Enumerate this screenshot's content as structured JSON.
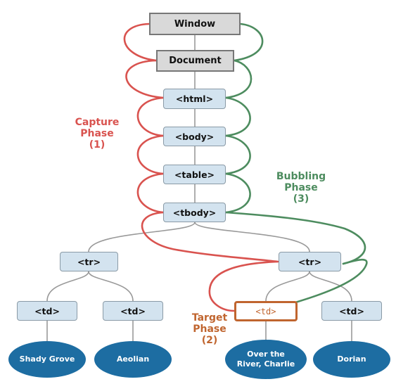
{
  "nodes": {
    "window": "Window",
    "document": "Document",
    "html": "<html>",
    "body": "<body>",
    "table": "<table>",
    "tbody": "<tbody>",
    "tr_left": "<tr>",
    "tr_right": "<tr>",
    "td_1": "<td>",
    "td_2": "<td>",
    "td_target": "<td>",
    "td_4": "<td>"
  },
  "leaves": {
    "leaf_1": "Shady Grove",
    "leaf_2": "Aeolian",
    "leaf_3": "Over the River, Charlie",
    "leaf_4": "Dorian"
  },
  "phases": {
    "capture": {
      "line1": "Capture",
      "line2": "Phase",
      "line3": "(1)"
    },
    "bubbling": {
      "line1": "Bubbling",
      "line2": "Phase",
      "line3": "(3)"
    },
    "target": {
      "line1": "Target",
      "line2": "Phase",
      "line3": "(2)"
    }
  },
  "colors": {
    "capture": "#d9534f",
    "bubbling": "#4d8c5f",
    "target": "#c0652f",
    "leaf": "#1d6da2",
    "node_fill": "#d3e3ef",
    "root_fill": "#d9d9d9"
  }
}
